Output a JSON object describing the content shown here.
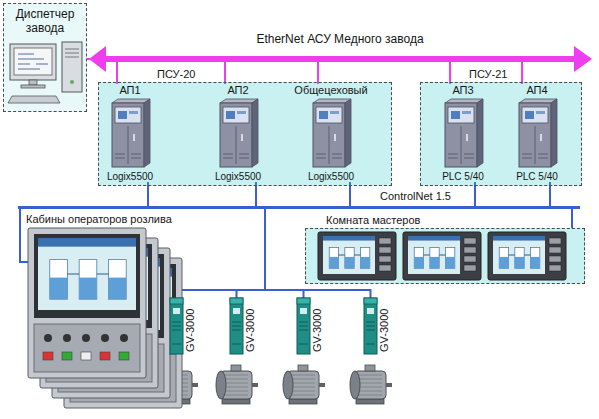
{
  "diagram": {
    "nodes": [
      {
        "text": [
          "Диспетчер завода"
        ]
      },
      {
        "text": [
          "EtherNet АСУ Медного завода"
        ]
      },
      {
        "text": [
          "ПСУ-20"
        ]
      },
      {
        "text": [
          "АП1",
          "Logix5500"
        ],
        "in": 2
      },
      {
        "text": [
          "АП2",
          "Logix5500"
        ],
        "in": 2
      },
      {
        "text": [
          "Общецеховый",
          "Logix5500"
        ],
        "in": 2
      },
      {
        "text": [
          "ПСУ-21"
        ]
      },
      {
        "text": [
          "АП3",
          "PLC 5/40"
        ],
        "in": 6
      },
      {
        "text": [
          "АП4",
          "PLC 5/40"
        ],
        "in": 6
      },
      {
        "text": [
          "ControlNet 1.5"
        ]
      },
      {
        "text": [
          "Кабины операторов розлива"
        ]
      },
      {
        "text": [
          "Комната мастеров"
        ]
      },
      {
        "text": [
          "GV-3000"
        ]
      },
      {
        "text": [
          "GV-3000"
        ]
      },
      {
        "text": [
          "GV-3000"
        ]
      },
      {
        "text": [
          "GV-3000"
        ]
      }
    ],
    "edges": [
      {
        "from": 0,
        "to": 1,
        "arrow": "none"
      },
      {
        "from": 1,
        "to": 3,
        "arrow": "none"
      },
      {
        "from": 1,
        "to": 4,
        "arrow": "none"
      },
      {
        "from": 1,
        "to": 5,
        "arrow": "none"
      },
      {
        "from": 1,
        "to": 7,
        "arrow": "none"
      },
      {
        "from": 1,
        "to": 8,
        "arrow": "none"
      },
      {
        "from": 3,
        "to": 9,
        "arrow": "none"
      },
      {
        "from": 4,
        "to": 9,
        "arrow": "none"
      },
      {
        "from": 5,
        "to": 9,
        "arrow": "none"
      },
      {
        "from": 7,
        "to": 9,
        "arrow": "none"
      },
      {
        "from": 8,
        "to": 9,
        "arrow": "none"
      },
      {
        "from": 9,
        "to": 10,
        "arrow": "none"
      },
      {
        "from": 9,
        "to": 11,
        "arrow": "none"
      },
      {
        "from": 9,
        "to": 12,
        "arrow": "none"
      },
      {
        "from": 9,
        "to": 13,
        "arrow": "none"
      },
      {
        "from": 9,
        "to": 14,
        "arrow": "none"
      },
      {
        "from": 9,
        "to": 15,
        "arrow": "none"
      }
    ]
  }
}
